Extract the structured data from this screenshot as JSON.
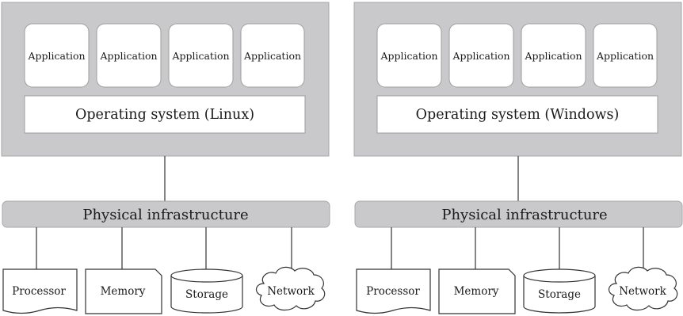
{
  "systems": [
    {
      "applications": [
        "Application",
        "Application",
        "Application",
        "Application"
      ],
      "os_label": "Operating system (Linux)",
      "infrastructure_label": "Physical infrastructure",
      "resources": {
        "processor": "Processor",
        "memory": "Memory",
        "storage": "Storage",
        "network": "Network"
      }
    },
    {
      "applications": [
        "Application",
        "Application",
        "Application",
        "Application"
      ],
      "os_label": "Operating system (Windows)",
      "infrastructure_label": "Physical infrastructure",
      "resources": {
        "processor": "Processor",
        "memory": "Memory",
        "storage": "Storage",
        "network": "Network"
      }
    }
  ],
  "colors": {
    "panel_fill": "#c9c8ca",
    "panel_stroke": "#a8a7a9",
    "box_fill": "#ffffff",
    "line": "#333333"
  }
}
